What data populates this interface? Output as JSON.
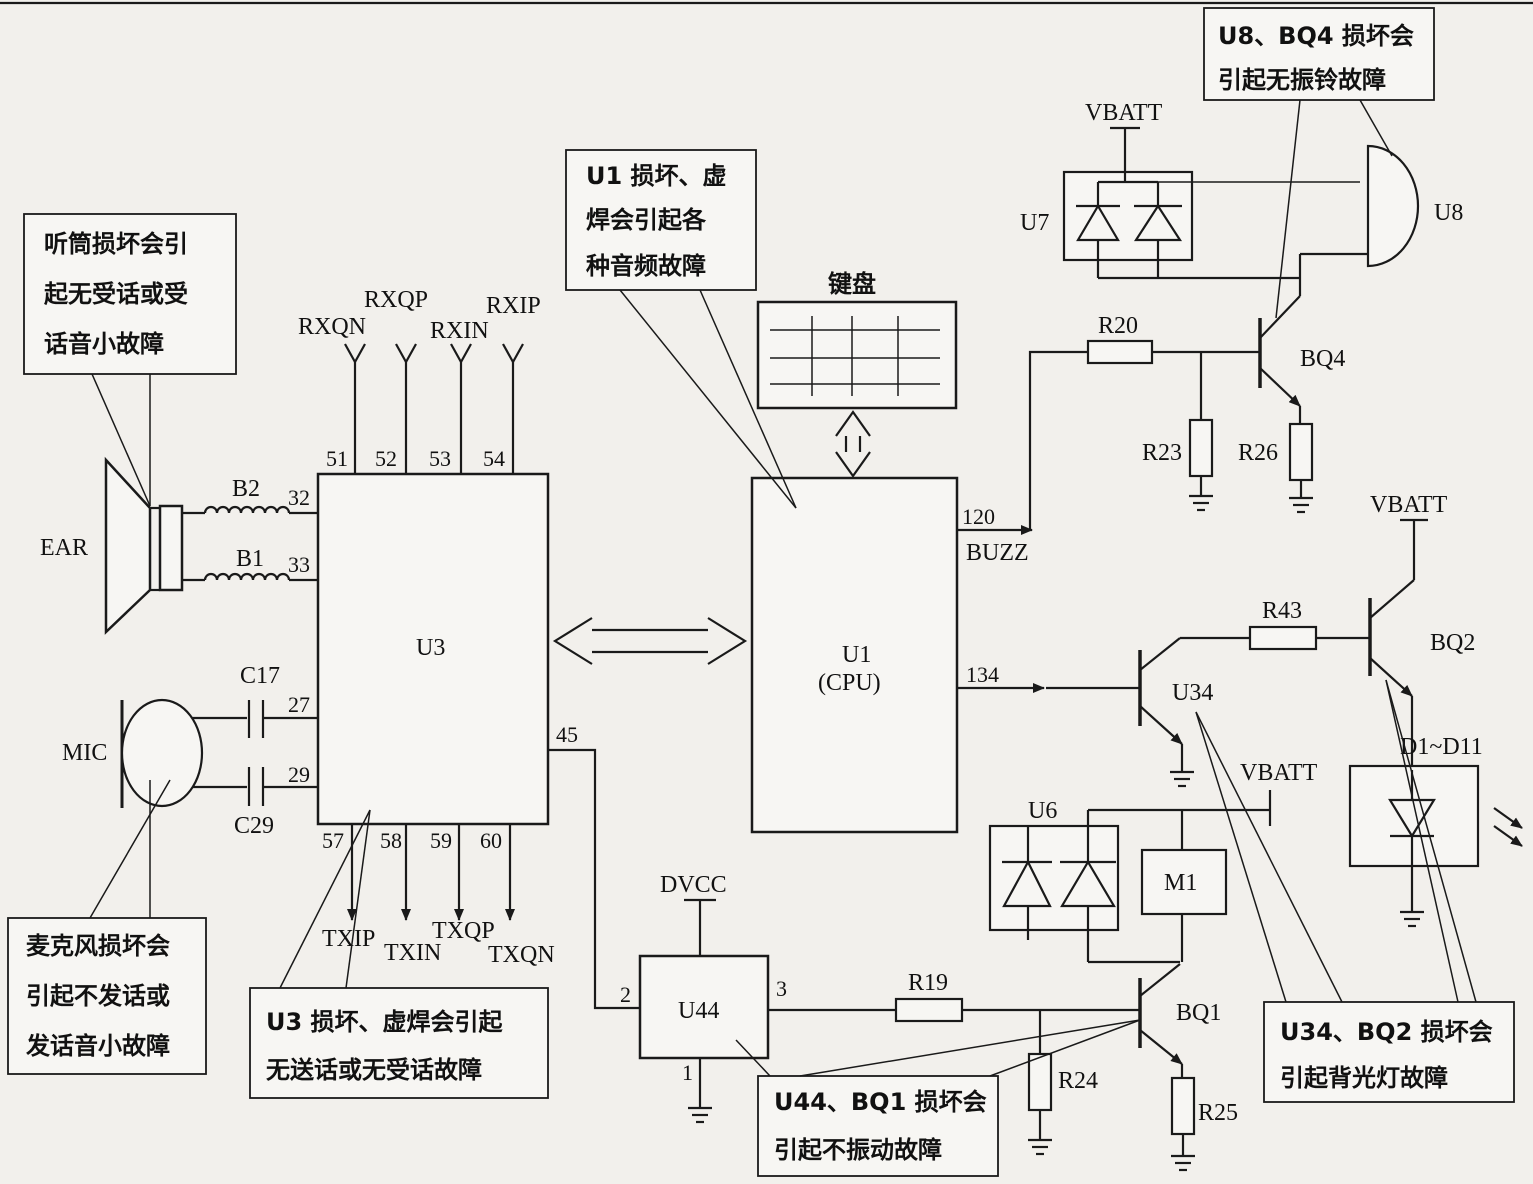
{
  "components": {
    "ear": "EAR",
    "mic": "MIC",
    "b2": "B2",
    "b1": "B1",
    "c17": "C17",
    "c29": "C29",
    "u3": "U3",
    "u1_name": "U1",
    "u1_sub": "(CPU)",
    "keyboard": "键盘",
    "u44": "U44",
    "u34": "U34",
    "u6": "U6",
    "u7": "U7",
    "u8": "U8",
    "m1": "M1",
    "bq1": "BQ1",
    "bq2": "BQ2",
    "bq4": "BQ4",
    "r19": "R19",
    "r20": "R20",
    "r23": "R23",
    "r24": "R24",
    "r25": "R25",
    "r26": "R26",
    "r43": "R43",
    "d1_d11": "D1~D11",
    "dvcc": "DVCC",
    "vbatt": "VBATT",
    "buzz": "BUZZ"
  },
  "signals": {
    "rxqn": "RXQN",
    "rxqp": "RXQP",
    "rxin": "RXIN",
    "rxip": "RXIP",
    "txip": "TXIP",
    "txin": "TXIN",
    "txqp": "TXQP",
    "txqn": "TXQN"
  },
  "pins": {
    "p51": "51",
    "p52": "52",
    "p53": "53",
    "p54": "54",
    "p32": "32",
    "p33": "33",
    "p27": "27",
    "p29": "29",
    "p45": "45",
    "p57": "57",
    "p58": "58",
    "p59": "59",
    "p60": "60",
    "p120": "120",
    "p134": "134",
    "u44_p1": "1",
    "u44_p2": "2",
    "u44_p3": "3"
  },
  "notes": {
    "earpiece": [
      "听筒损坏会引",
      "起无受话或受",
      "话音小故障"
    ],
    "mic": [
      "麦克风损坏会",
      "引起不发话或",
      "发话音小故障"
    ],
    "u3": [
      "U3 损坏、虚焊会引起",
      "无送话或无受话故障"
    ],
    "u1": [
      "U1 损坏、虚",
      "焊会引起各",
      "种音频故障"
    ],
    "u8_bq4": [
      "U8、BQ4 损坏会",
      "引起无振铃故障"
    ],
    "u44_bq1": [
      "U44、BQ1 损坏会",
      "引起不振动故障"
    ],
    "u34_bq2": [
      "U34、BQ2 损坏会",
      "引起背光灯故障"
    ]
  }
}
